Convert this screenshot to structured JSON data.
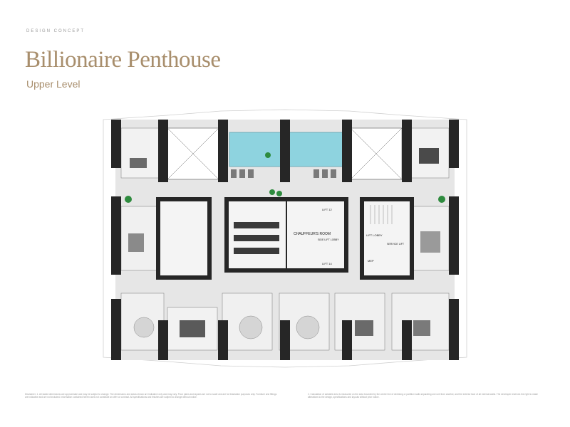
{
  "header": {
    "eyebrow": "DESIGN CONCEPT",
    "title": "Billionaire Penthouse",
    "subtitle": "Upper Level"
  },
  "plan": {
    "labels": {
      "chauffeurs_room": "CHAUFFEUR'S ROOM",
      "lift_12": "LIFT 12",
      "lift_14": "LIFT 14",
      "side_lift_lobby": "SIDE LIFT LOBBY",
      "lift_lobby": "LIFT LOBBY",
      "service_lift": "SERVICE LIFT",
      "mep": "MEP"
    },
    "colors": {
      "wall": "#262626",
      "floor": "#e6e6e6",
      "pool": "#8ed3df",
      "plant": "#2e8b3e",
      "furniture": "#6a6a6a"
    }
  },
  "footer": {
    "disclaimer_left": "Disclaimer: 1. All stated dimensions are approximate and may be subject to change. The dimensions and areas shown are indicative only and may vary. Floor plans and layouts are not to scale and are for illustration purposes only. Furniture and fittings are indicative and are not included. Information contained herein does not constitute an offer or contract. All specifications and finishes are subject to change without notice.",
    "disclaimer_right": "2. Calculation of saleable area is measured on the area bounded by the centre line of demising or partition walls separating one unit from another, and the exterior face of all external walls. The developer reserves the right to make alterations to the design, specifications and layouts without prior notice."
  }
}
